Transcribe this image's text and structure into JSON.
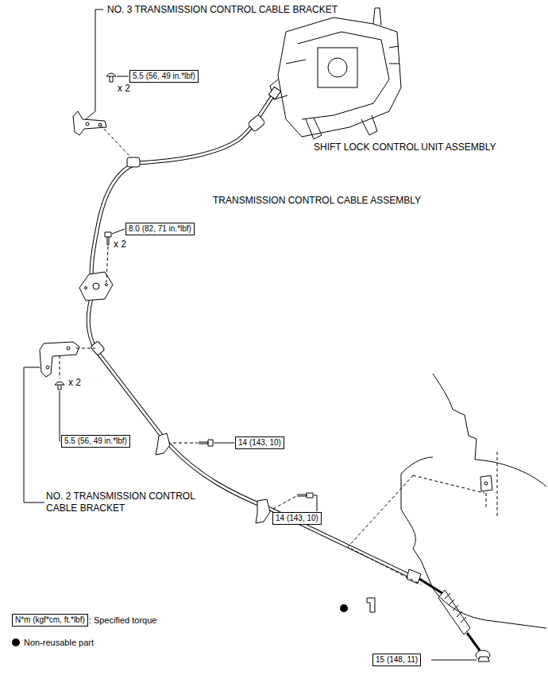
{
  "diagram": {
    "nodes": [
      {
        "text": [
          "5.5 (56, 49 in.*lbf)"
        ]
      },
      {
        "text": [
          "8.0 (82, 71 in.*lbf)"
        ]
      },
      {
        "text": [
          "5.5 (56, 49 in.*lbf)"
        ]
      },
      {
        "text": [
          "14 (143, 10)"
        ]
      },
      {
        "text": [
          "14 (143, 10)"
        ]
      },
      {
        "text": [
          "15 (148, 11)"
        ]
      },
      {
        "text": [
          "N*m (kgf*cm, ft.*lbf)"
        ]
      }
    ],
    "labels": [
      "NO. 3 TRANSMISSION CONTROL CABLE BRACKET",
      "x 2",
      "SHIFT LOCK CONTROL UNIT ASSEMBLY",
      "TRANSMISSION CONTROL CABLE ASSEMBLY",
      "x 2",
      "x 2",
      "NO. 2 TRANSMISSION CONTROL CABLE BRACKET"
    ],
    "legend": [
      {
        "text": ": Specified torque"
      },
      {
        "text": "Non-reusable part"
      }
    ]
  }
}
